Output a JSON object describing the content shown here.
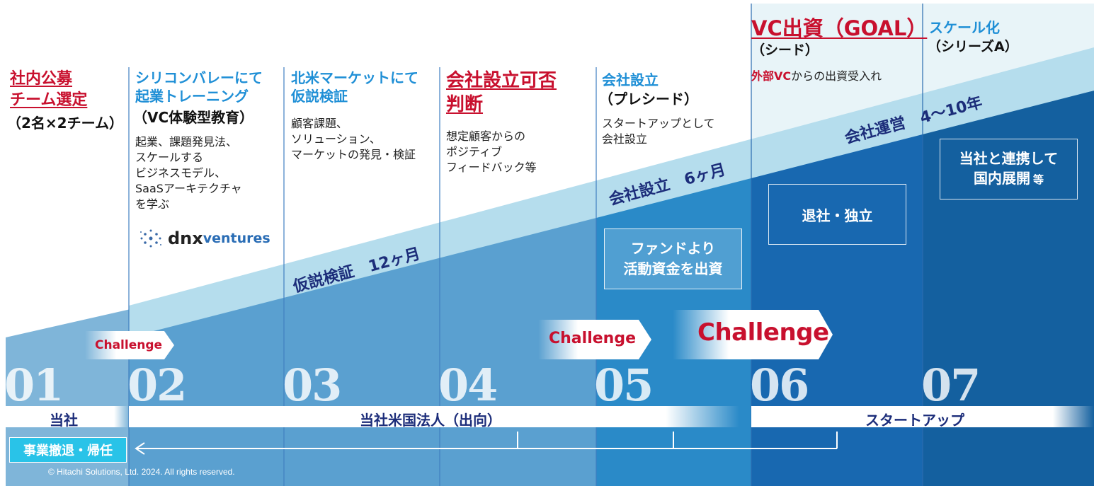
{
  "stages": [
    {
      "num": "01",
      "title_red": "社内公募\nチーム選定",
      "sub": "（2名×2チーム）"
    },
    {
      "num": "02",
      "title_blue": "シリコンバレーにて\n起業トレーニング",
      "sub": "（VC体験型教育）",
      "body": "起業、課題発見法、\nスケールする\nビジネスモデル、\nSaaSアーキテクチャ\nを学ぶ",
      "logo_main": "dnx",
      "logo_sub": "ventures"
    },
    {
      "num": "03",
      "title_blue": "北米マーケットにて\n仮説検証",
      "body": "顧客課題、\nソリューション、\nマーケットの発見・検証"
    },
    {
      "num": "04",
      "title_red": "会社設立可否\n判断",
      "body": "想定顧客からの\nポジティブ\nフィードバック等"
    },
    {
      "num": "05",
      "title_blue": "会社設立",
      "sub": "（プレシード）",
      "body": "スタートアップとして\n会社設立",
      "box": "ファンドより\n活動資金を出資"
    },
    {
      "num": "06",
      "title_red": "VC出資（GOAL）",
      "sub": "（シード）",
      "body_red": "外部VC",
      "body": "からの出資受入れ",
      "box": "退社・独立"
    },
    {
      "num": "07",
      "title_blue": "スケール化",
      "sub": "（シリーズA）",
      "box_main": "当社と連携して\n国内展開",
      "box_small": "等"
    }
  ],
  "bands": [
    "仮説検証　12ヶ月",
    "会社設立　6ヶ月",
    "会社運営　4～10年"
  ],
  "challenge": "Challenge",
  "bottom_bar": {
    "left": "当社",
    "middle": "当社米国法人（出向）",
    "right": "スタートアップ"
  },
  "exit_label": "事業撤退・帰任",
  "copyright": "© Hitachi Solutions, Ltd. 2024. All rights reserved.",
  "colors": {
    "red": "#c8102e",
    "blue_title": "#1f8fd6",
    "navy": "#1c2d7a"
  }
}
